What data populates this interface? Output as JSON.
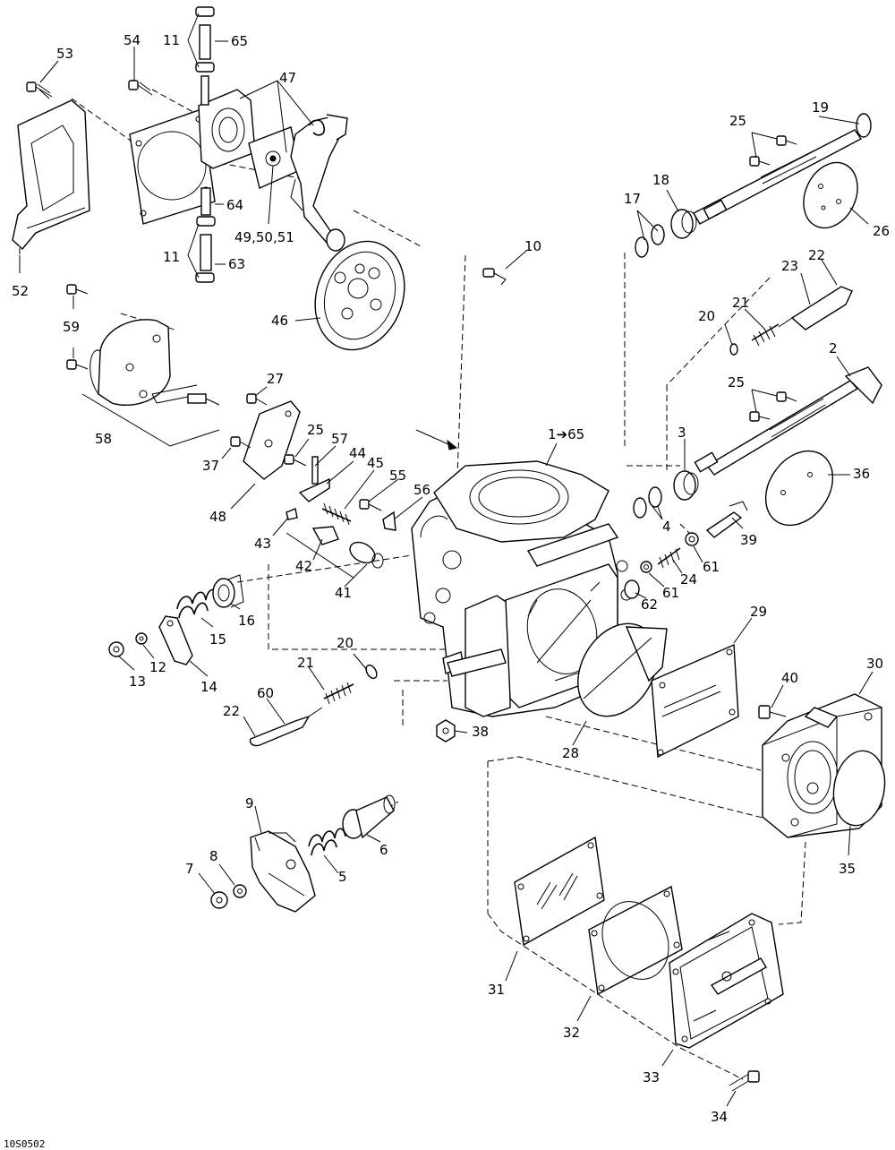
{
  "figure_code": "10S0502",
  "callouts": [
    {
      "id": "c53",
      "text": "53"
    },
    {
      "id": "c54",
      "text": "54"
    },
    {
      "id": "c11a",
      "text": "11"
    },
    {
      "id": "c65",
      "text": "65"
    },
    {
      "id": "c47",
      "text": "47"
    },
    {
      "id": "c64",
      "text": "64"
    },
    {
      "id": "c49",
      "text": "49,50,51"
    },
    {
      "id": "c11b",
      "text": "11"
    },
    {
      "id": "c63",
      "text": "63"
    },
    {
      "id": "c52",
      "text": "52"
    },
    {
      "id": "c46",
      "text": "46"
    },
    {
      "id": "c59a",
      "text": "59"
    },
    {
      "id": "c59b",
      "text": "59"
    },
    {
      "id": "c58",
      "text": "58"
    },
    {
      "id": "c27",
      "text": "27"
    },
    {
      "id": "c37",
      "text": "37"
    },
    {
      "id": "c48",
      "text": "48"
    },
    {
      "id": "c25a",
      "text": "25"
    },
    {
      "id": "c57",
      "text": "57"
    },
    {
      "id": "c44",
      "text": "44"
    },
    {
      "id": "c45",
      "text": "45"
    },
    {
      "id": "c55",
      "text": "55"
    },
    {
      "id": "c56",
      "text": "56"
    },
    {
      "id": "c43",
      "text": "43"
    },
    {
      "id": "c42",
      "text": "42"
    },
    {
      "id": "c41",
      "text": "41"
    },
    {
      "id": "c16",
      "text": "16"
    },
    {
      "id": "c15",
      "text": "15"
    },
    {
      "id": "c13",
      "text": "13"
    },
    {
      "id": "c12",
      "text": "12"
    },
    {
      "id": "c14",
      "text": "14"
    },
    {
      "id": "c20a",
      "text": "20"
    },
    {
      "id": "c21a",
      "text": "21"
    },
    {
      "id": "c60",
      "text": "60"
    },
    {
      "id": "c22a",
      "text": "22"
    },
    {
      "id": "c10",
      "text": "10"
    },
    {
      "id": "c17",
      "text": "17"
    },
    {
      "id": "c18",
      "text": "18"
    },
    {
      "id": "c25b",
      "text": "25"
    },
    {
      "id": "c19",
      "text": "19"
    },
    {
      "id": "c26",
      "text": "26"
    },
    {
      "id": "c23",
      "text": "23"
    },
    {
      "id": "c22b",
      "text": "22"
    },
    {
      "id": "c20b",
      "text": "20"
    },
    {
      "id": "c21b",
      "text": "21"
    },
    {
      "id": "c2",
      "text": "2"
    },
    {
      "id": "c25c",
      "text": "25"
    },
    {
      "id": "c1",
      "text": "1➔65"
    },
    {
      "id": "c3",
      "text": "3"
    },
    {
      "id": "c36",
      "text": "36"
    },
    {
      "id": "c4",
      "text": "4"
    },
    {
      "id": "c39",
      "text": "39"
    },
    {
      "id": "c61a",
      "text": "61"
    },
    {
      "id": "c24",
      "text": "24"
    },
    {
      "id": "c61b",
      "text": "61"
    },
    {
      "id": "c62",
      "text": "62"
    },
    {
      "id": "c29",
      "text": "29"
    },
    {
      "id": "c30",
      "text": "30"
    },
    {
      "id": "c40",
      "text": "40"
    },
    {
      "id": "c38",
      "text": "38"
    },
    {
      "id": "c28",
      "text": "28"
    },
    {
      "id": "c35",
      "text": "35"
    },
    {
      "id": "c9",
      "text": "9"
    },
    {
      "id": "c5",
      "text": "5"
    },
    {
      "id": "c6",
      "text": "6"
    },
    {
      "id": "c7",
      "text": "7"
    },
    {
      "id": "c8",
      "text": "8"
    },
    {
      "id": "c31",
      "text": "31"
    },
    {
      "id": "c32",
      "text": "32"
    },
    {
      "id": "c33",
      "text": "33"
    },
    {
      "id": "c34",
      "text": "34"
    }
  ]
}
